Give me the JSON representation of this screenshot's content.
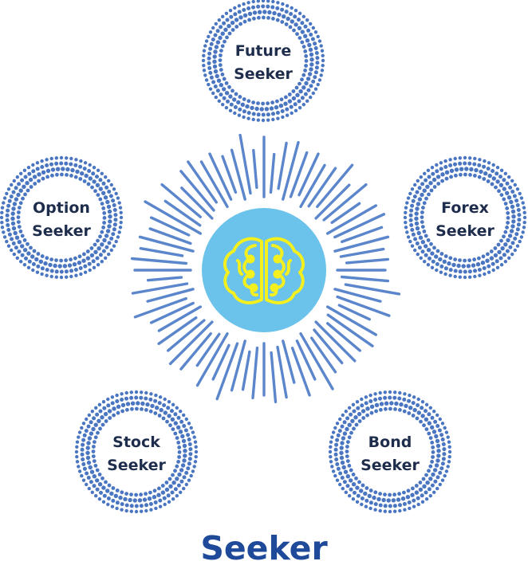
{
  "title": "Seeker",
  "colors": {
    "title": "#1f4a9a",
    "label": "#1f2d4d",
    "dots": "#4a76c1",
    "rays": "#5b86cb",
    "core": "#6bc2ea",
    "brain": "#f4ef1f"
  },
  "center": {
    "icon": "brain-icon"
  },
  "nodes": [
    {
      "id": "future",
      "line1": "Future",
      "line2": "Seeker"
    },
    {
      "id": "option",
      "line1": "Option",
      "line2": "Seeker"
    },
    {
      "id": "forex",
      "line1": "Forex",
      "line2": "Seeker"
    },
    {
      "id": "stock",
      "line1": "Stock",
      "line2": "Seeker"
    },
    {
      "id": "bond",
      "line1": "Bond",
      "line2": "Seeker"
    }
  ]
}
